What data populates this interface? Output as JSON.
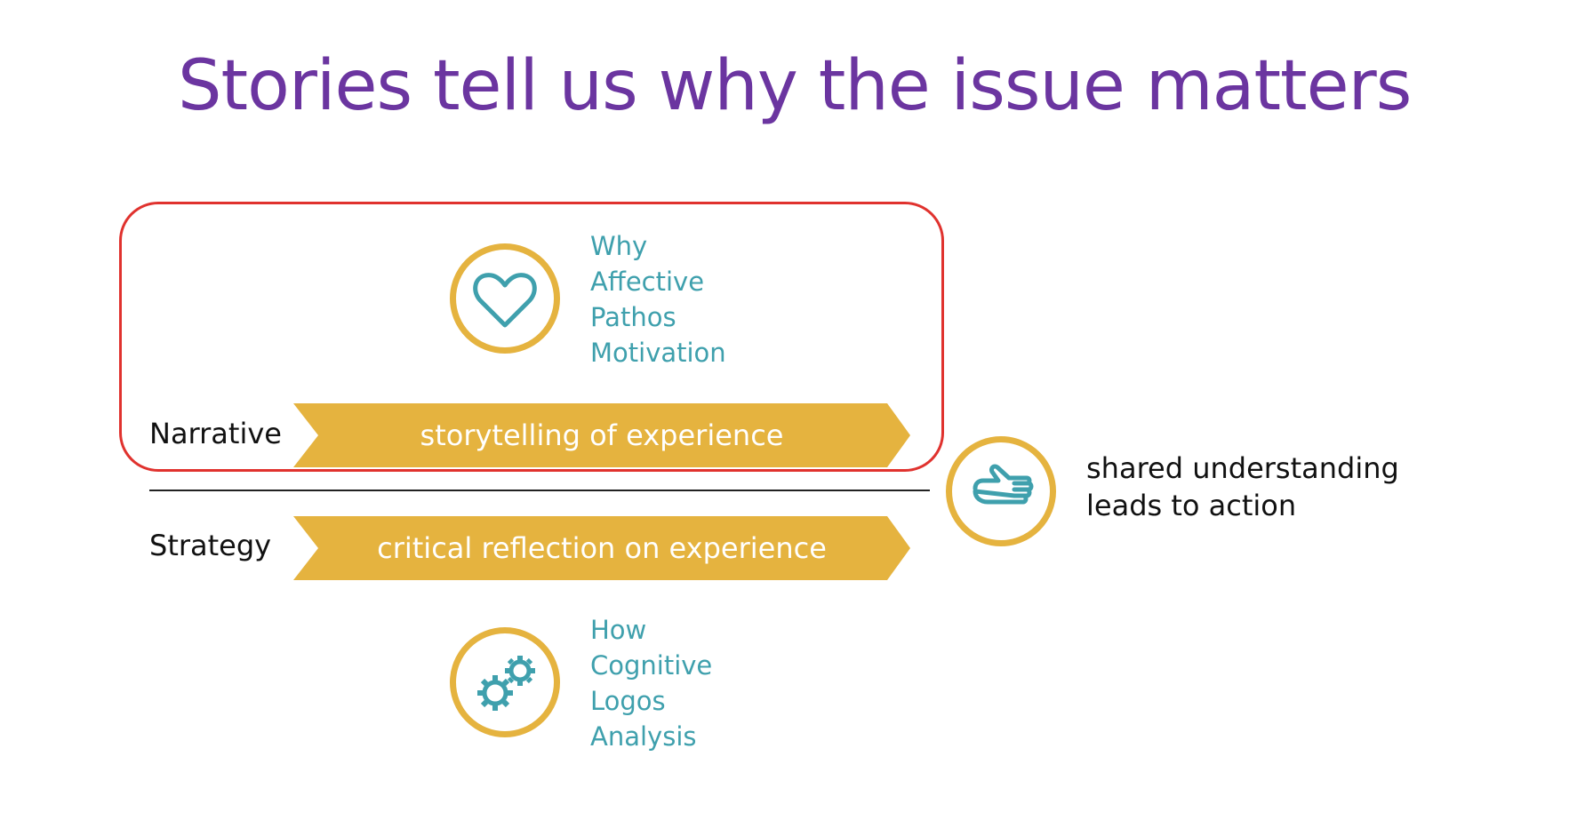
{
  "title": "Stories tell us why the issue matters",
  "narrative": {
    "label": "Narrative",
    "arrow_text": "storytelling of experience",
    "icon": "heart-icon",
    "attributes": [
      "Why",
      "Affective",
      "Pathos",
      "Motivation"
    ]
  },
  "strategy": {
    "label": "Strategy",
    "arrow_text": "critical reflection on experience",
    "icon": "gears-icon",
    "attributes": [
      "How",
      "Cognitive",
      "Logos",
      "Analysis"
    ]
  },
  "outcome": {
    "icon": "pointing-hand-icon",
    "lines": [
      "shared understanding",
      "leads to action"
    ]
  },
  "colors": {
    "title": "#6b35a0",
    "accent_gold": "#e5b33f",
    "teal": "#3fa0ad",
    "highlight_red": "#e0322e"
  }
}
